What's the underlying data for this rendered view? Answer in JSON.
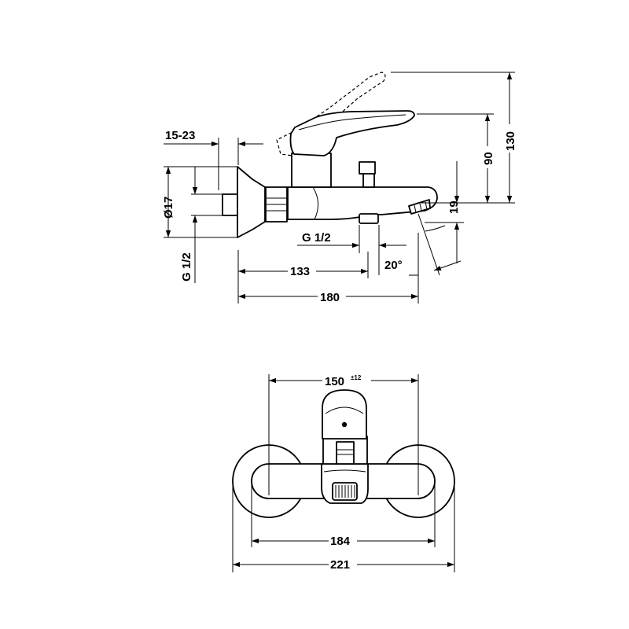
{
  "side_view": {
    "dims": {
      "depth_range": "15-23",
      "diameter": "Ø17",
      "thread_inlet": "G 1/2",
      "thread_outlet": "G 1/2",
      "len_133": "133",
      "len_180": "180",
      "angle": "20°",
      "h_130": "130",
      "h_90": "90",
      "h_19": "19"
    }
  },
  "front_view": {
    "dims": {
      "centers": "150",
      "centers_tol": "±12",
      "width_184": "184",
      "width_221": "221"
    }
  }
}
